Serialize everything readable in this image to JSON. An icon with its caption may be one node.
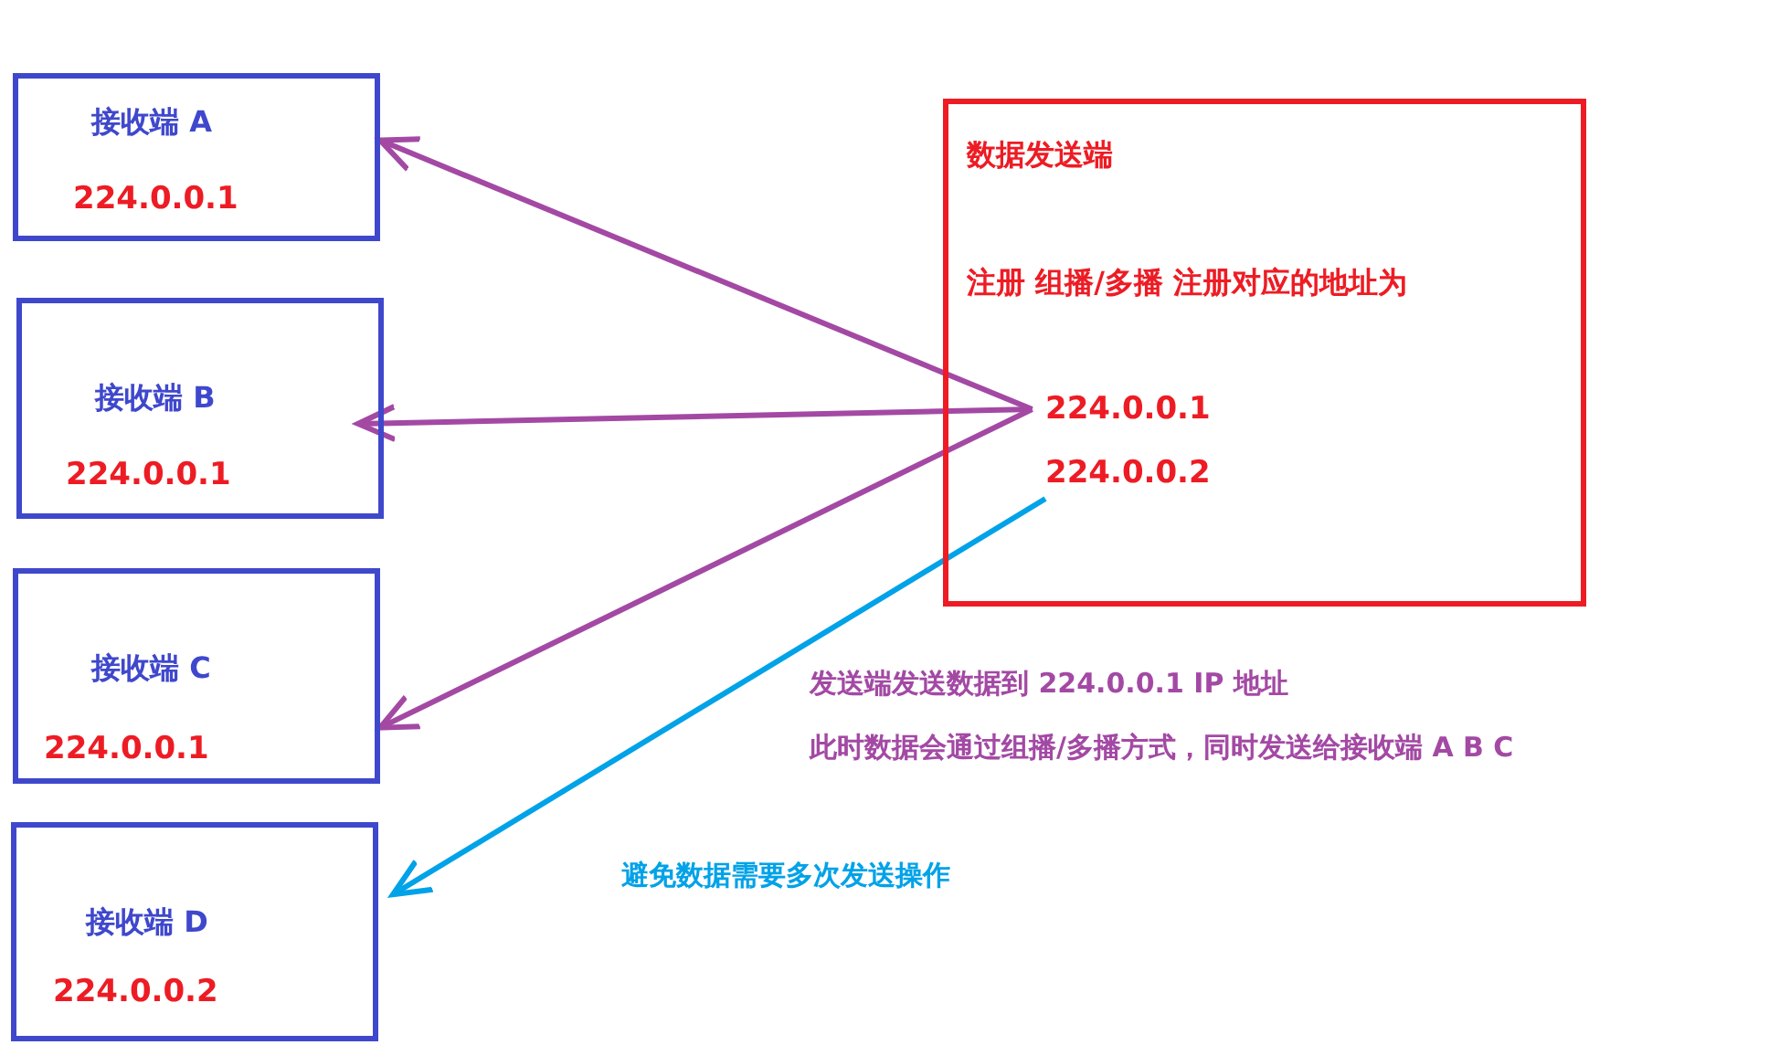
{
  "diagram": {
    "nodes": [
      {
        "text": [
          "接收端 A",
          "224.0.0.1"
        ]
      },
      {
        "text": [
          "接收端 B",
          "224.0.0.1"
        ]
      },
      {
        "text": [
          "接收端 C",
          "224.0.0.1"
        ]
      },
      {
        "text": [
          "接收端 D",
          "224.0.0.2"
        ]
      },
      {
        "text": [
          "数据发送端",
          "注册 组播/多播 注册对应的地址为"
        ]
      },
      {
        "text": [
          "224.0.0.1"
        ],
        "in": 4
      },
      {
        "text": [
          "224.0.0.2"
        ],
        "in": 4
      }
    ],
    "edges": [
      {
        "from": 5,
        "to": 0,
        "arrow": "to"
      },
      {
        "from": 5,
        "to": 1,
        "arrow": "to"
      },
      {
        "from": 5,
        "to": 2,
        "arrow": "to"
      },
      {
        "from": 6,
        "to": 3,
        "arrow": "to",
        "color": "#00a2e8"
      }
    ],
    "labels": [
      "发送端发送数据到 224.0.0.1 IP 地址",
      "此时数据会通过组播/多播方式，同时发送给接收端 A B C",
      "避免数据需要多次发送操作"
    ]
  }
}
